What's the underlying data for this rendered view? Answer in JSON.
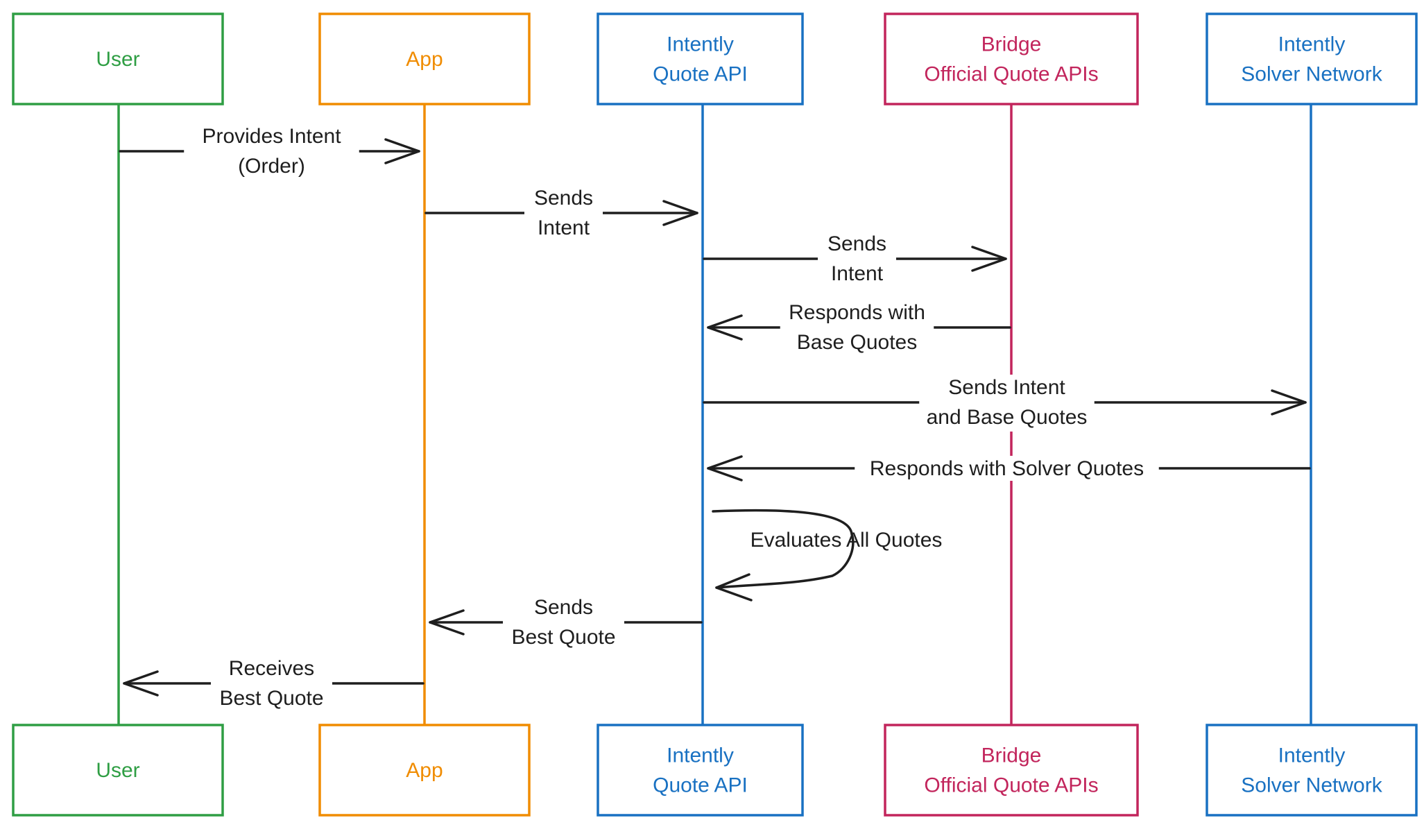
{
  "colors": {
    "user": "#2f9e44",
    "app": "#f08c00",
    "quote_api": "#1971c2",
    "bridge": "#c2255c",
    "solver": "#1971c2",
    "arrow": "#1e1e1e"
  },
  "participants": [
    {
      "id": "user",
      "lines": [
        "User"
      ]
    },
    {
      "id": "app",
      "lines": [
        "App"
      ]
    },
    {
      "id": "quote_api",
      "lines": [
        "Intently",
        "Quote API"
      ]
    },
    {
      "id": "bridge",
      "lines": [
        "Bridge",
        "Official Quote APIs"
      ]
    },
    {
      "id": "solver",
      "lines": [
        "Intently",
        "Solver Network"
      ]
    }
  ],
  "messages": [
    {
      "from": "user",
      "to": "app",
      "lines": [
        "Provides Intent",
        "(Order)"
      ]
    },
    {
      "from": "app",
      "to": "quote_api",
      "lines": [
        "Sends",
        "Intent"
      ]
    },
    {
      "from": "quote_api",
      "to": "bridge",
      "lines": [
        "Sends",
        "Intent"
      ]
    },
    {
      "from": "bridge",
      "to": "quote_api",
      "lines": [
        "Responds with",
        "Base Quotes"
      ]
    },
    {
      "from": "quote_api",
      "to": "solver",
      "lines": [
        "Sends Intent",
        "and Base Quotes"
      ]
    },
    {
      "from": "solver",
      "to": "quote_api",
      "lines": [
        "Responds with Solver Quotes"
      ]
    },
    {
      "from": "quote_api",
      "to": "quote_api",
      "self": true,
      "lines": [
        "Evaluates All Quotes"
      ]
    },
    {
      "from": "quote_api",
      "to": "app",
      "lines": [
        "Sends",
        "Best Quote"
      ]
    },
    {
      "from": "app",
      "to": "user",
      "lines": [
        "Receives",
        "Best Quote"
      ]
    }
  ]
}
